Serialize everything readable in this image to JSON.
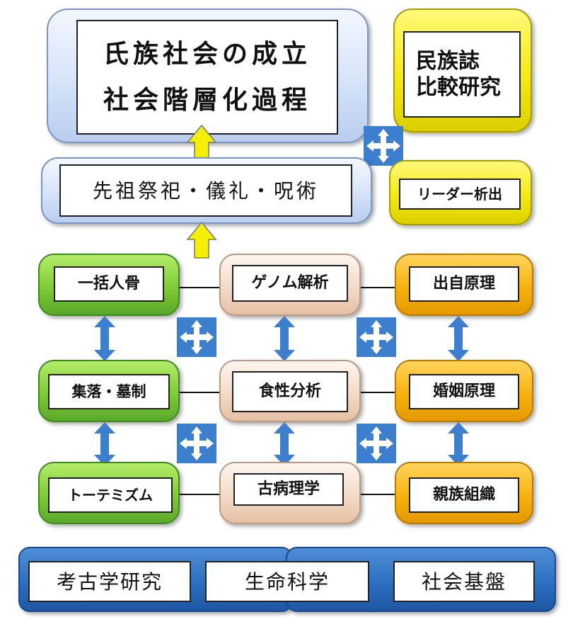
{
  "top": {
    "title_line1": "氏族社会の成立",
    "title_line2": "社会階層化過程",
    "side_line1": "民族誌",
    "side_line2": "比較研究"
  },
  "middle": {
    "ritual": "先祖祭祀・儀礼・呪術",
    "leader": "リーダー析出"
  },
  "grid": {
    "left": [
      "一括人骨",
      "集落・墓制",
      "トーテミズム"
    ],
    "center": [
      "ゲノム解析",
      "食性分析",
      "古病理学"
    ],
    "right": [
      "出自原理",
      "婚姻原理",
      "親族組織"
    ]
  },
  "base": {
    "items": [
      "考古学研究",
      "生命科学",
      "社会基盤"
    ]
  },
  "colors": {
    "green": "#7fcb36",
    "peach": "#f2d8c4",
    "orange": "#f8b20e",
    "yellow": "#f5ea13",
    "light_blue": "#d6e3f8",
    "dark_blue": "#2d6fc1",
    "arrow_blue": "#3d7fcf",
    "arrow_yellow": "#f5f000"
  }
}
